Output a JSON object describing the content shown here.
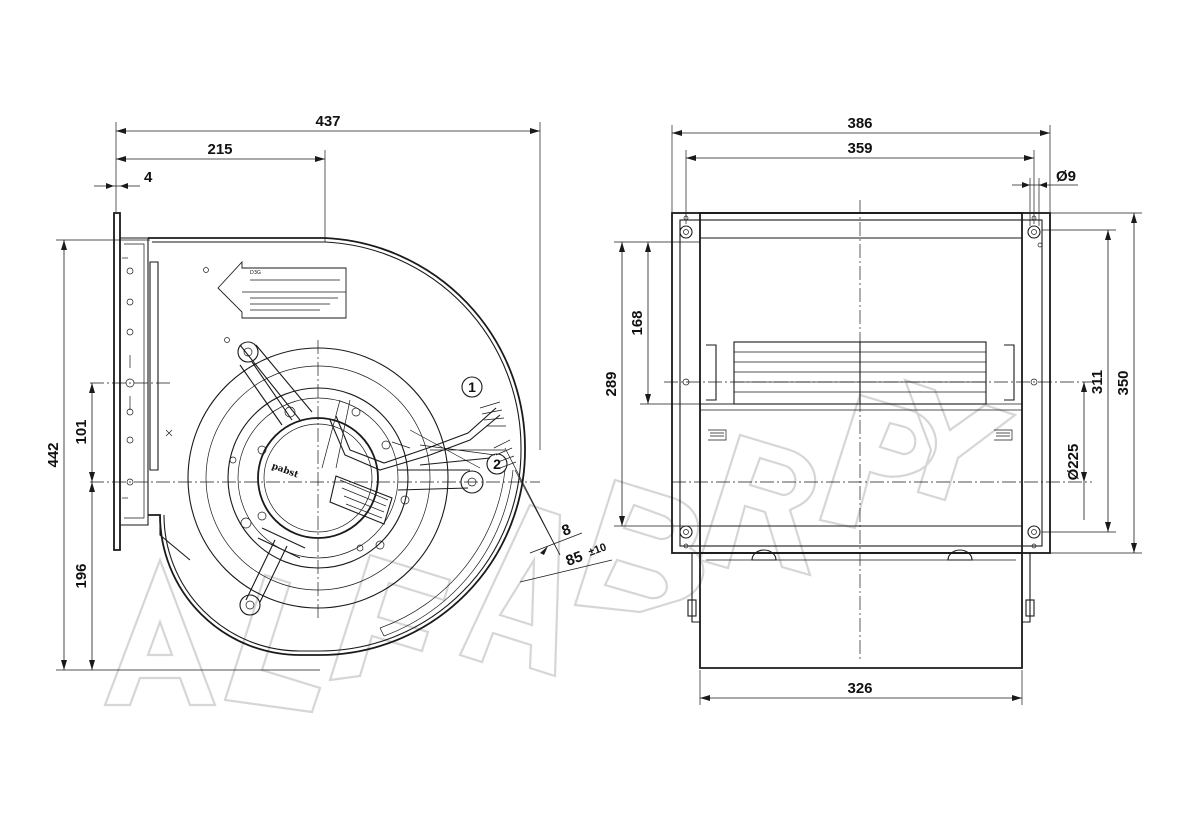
{
  "dimensions": {
    "total_width": "437",
    "offset_215": "215",
    "flange_4": "4",
    "total_height": "442",
    "dim_101": "101",
    "dim_196": "196",
    "dim_8": "8",
    "dim_85": "85",
    "tolerance_85": "±10",
    "width_386": "386",
    "width_359": "359",
    "hole_dia": "Ø9",
    "dim_168": "168",
    "dim_289": "289",
    "dim_311": "311",
    "dim_350": "350",
    "bore_dia": "Ø225",
    "width_326": "326"
  },
  "markers": {
    "m1": "1",
    "m2": "2"
  },
  "label": {
    "code": "D3G"
  },
  "colors": {
    "line": "#1a1a1a",
    "watermark": "#d6d6d6",
    "background": "#ffffff"
  }
}
